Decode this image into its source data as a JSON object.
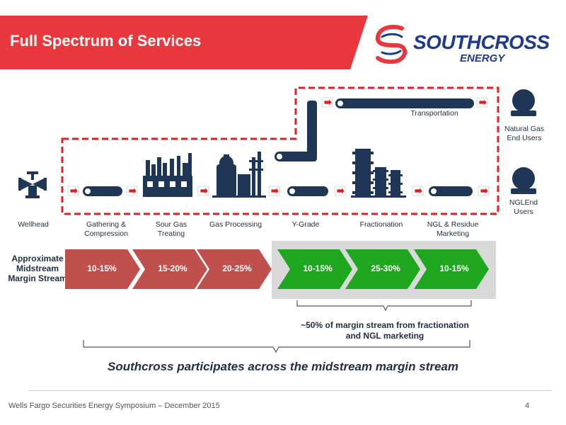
{
  "header": {
    "title": "Full Spectrum of Services",
    "logo_name": "SOUTHCROSS",
    "logo_sub": "ENERGY"
  },
  "flow": {
    "stages": [
      {
        "label": "Wellhead"
      },
      {
        "label": "Gathering & Compression"
      },
      {
        "label": "Sour Gas Treating"
      },
      {
        "label": "Gas Processing"
      },
      {
        "label": "Y-Grade"
      },
      {
        "label": "Fractionation"
      },
      {
        "label": "NGL & Residue Marketing"
      }
    ],
    "transportation_label": "Transportation",
    "end_users": [
      {
        "label": "Natural Gas End Users"
      },
      {
        "label": "NGLEnd Users"
      }
    ]
  },
  "margin": {
    "label": "Approximate Midstream Margin Stream",
    "segments": [
      {
        "value": "10-15%",
        "color": "#c0504d"
      },
      {
        "value": "15-20%",
        "color": "#c0504d"
      },
      {
        "value": "20-25%",
        "color": "#c0504d"
      },
      {
        "value": "10-15%",
        "color": "#1fa81f"
      },
      {
        "value": "25-30%",
        "color": "#1fa81f"
      },
      {
        "value": "10-15%",
        "color": "#1fa81f"
      }
    ]
  },
  "brace_note": "~50% of margin stream from fractionation and NGL marketing",
  "tagline": "Southcross participates across the midstream margin stream",
  "footer": {
    "text": "Wells Fargo Securities Energy Symposium – December 2015",
    "page": "4"
  },
  "colors": {
    "banner": "#e8383d",
    "navy": "#1f3656",
    "dashed": "#e02020",
    "highlight": "#d9d9d9"
  }
}
